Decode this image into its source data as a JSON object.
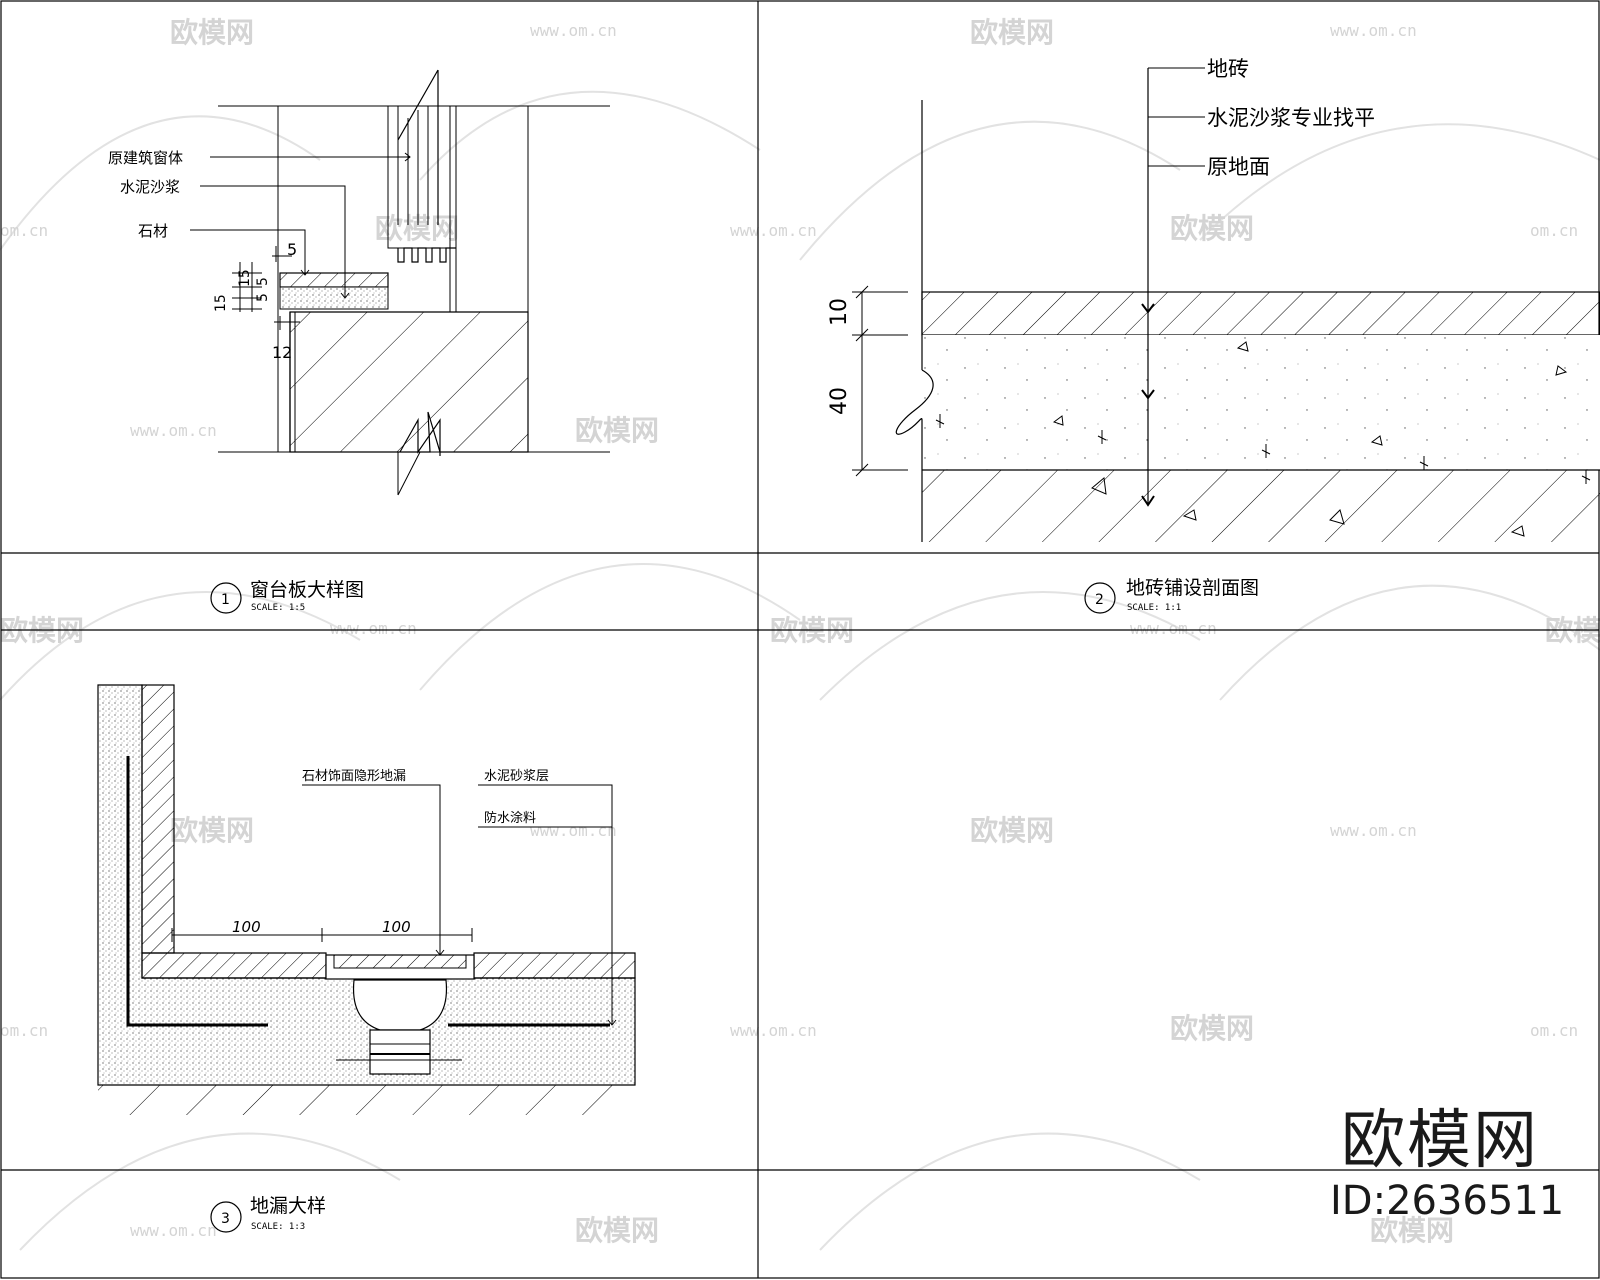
{
  "watermark": {
    "brand": "欧模网",
    "url": "www.om.cn",
    "partial_url": "om.cn"
  },
  "brand_block": {
    "name": "欧模网",
    "id": "ID:2636511"
  },
  "panels": {
    "p1": {
      "number": "1",
      "title": "窗台板大样图",
      "scale": "SCALE: 1:5",
      "labels": [
        "原建筑窗体",
        "水泥沙浆",
        "石材"
      ],
      "dims": [
        "5",
        "5",
        "5",
        "15",
        "15",
        "12"
      ]
    },
    "p2": {
      "number": "2",
      "title": "地砖铺设剖面图",
      "scale": "SCALE: 1:1",
      "labels": [
        "地砖",
        "水泥沙浆专业找平",
        "原地面"
      ],
      "dims": [
        "10",
        "40"
      ]
    },
    "p3": {
      "number": "3",
      "title": "地漏大样",
      "scale": "SCALE: 1:3",
      "labels": [
        "石材饰面隐形地漏",
        "水泥砂浆层",
        "防水涂料"
      ],
      "dims": [
        "100",
        "100"
      ]
    }
  }
}
